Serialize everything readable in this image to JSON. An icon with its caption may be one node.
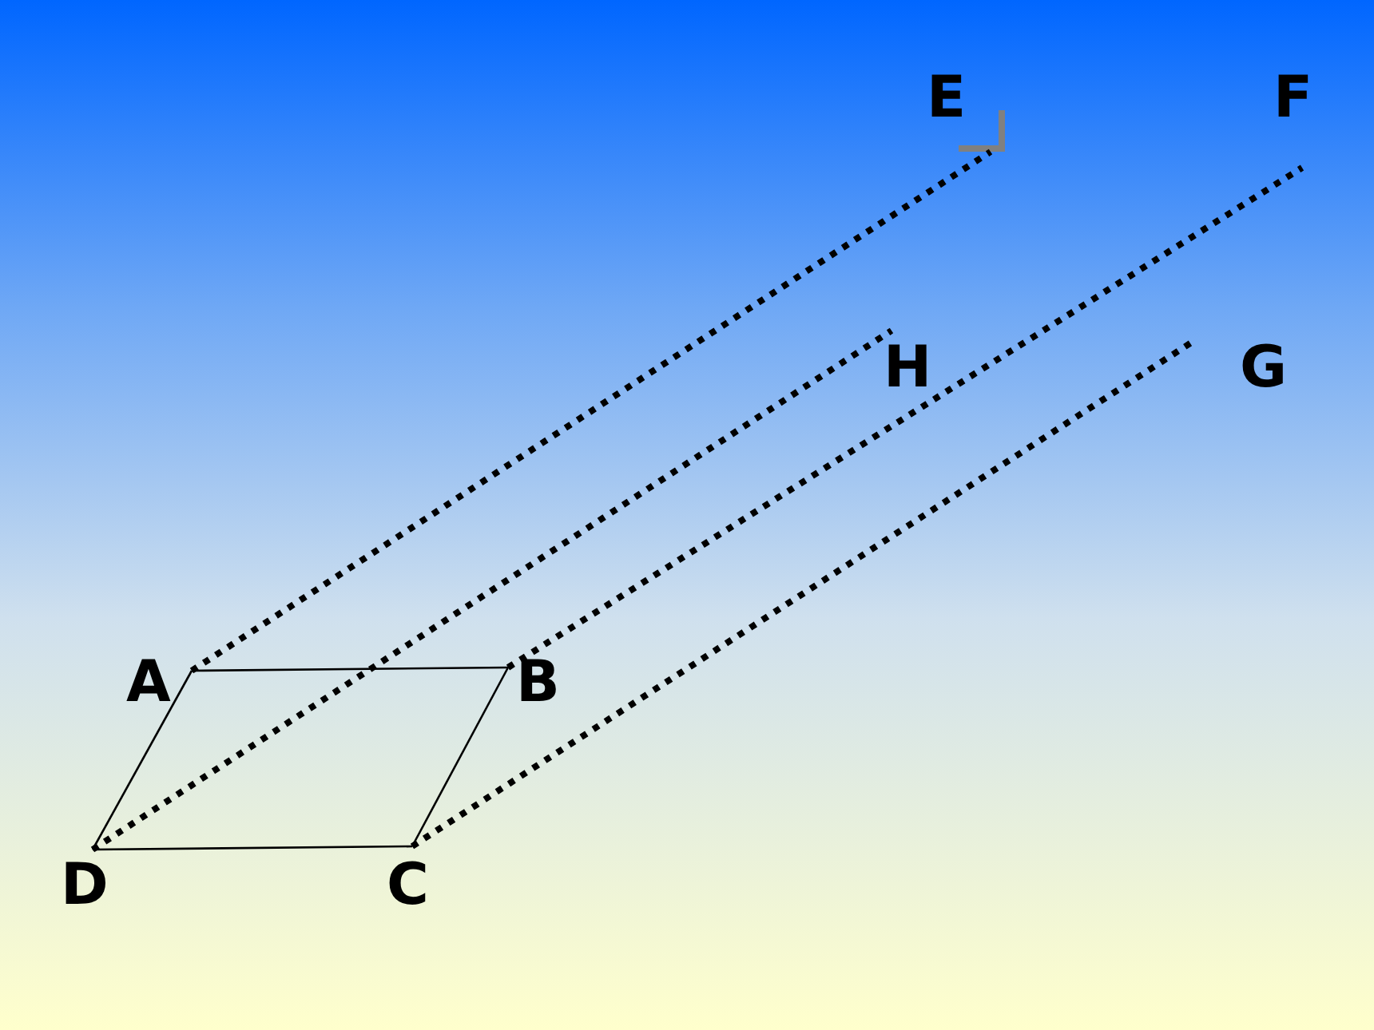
{
  "diagram": {
    "nodes": [
      {
        "text": [
          "A"
        ]
      },
      {
        "text": [
          "B"
        ]
      },
      {
        "text": [
          "C"
        ]
      },
      {
        "text": [
          "D"
        ]
      },
      {
        "text": [
          "E"
        ]
      },
      {
        "text": [
          "F"
        ]
      },
      {
        "text": [
          "G"
        ]
      },
      {
        "text": [
          "H"
        ]
      }
    ],
    "edges": [
      {
        "from": 0,
        "to": 1,
        "arrow": "none"
      },
      {
        "from": 1,
        "to": 2,
        "arrow": "none"
      },
      {
        "from": 2,
        "to": 3,
        "arrow": "none"
      },
      {
        "from": 3,
        "to": 0,
        "arrow": "none"
      },
      {
        "from": 0,
        "to": 4,
        "arrow": "none",
        "style": "dashed"
      },
      {
        "from": 1,
        "to": 5,
        "arrow": "none",
        "style": "dashed"
      },
      {
        "from": 2,
        "to": 6,
        "arrow": "none",
        "style": "dashed"
      },
      {
        "from": 3,
        "to": 7,
        "arrow": "none",
        "style": "dashed"
      }
    ]
  }
}
